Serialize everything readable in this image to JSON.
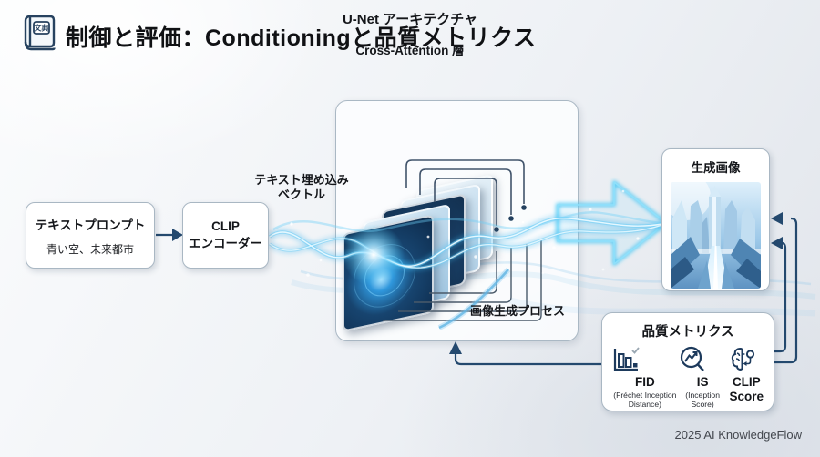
{
  "header": {
    "badge_text": "文典",
    "title": "制御と評価：Conditioningと品質メトリクス"
  },
  "pipeline": {
    "prompt_box": {
      "title": "テキストプロンプト",
      "example": "青い空、未来都市"
    },
    "clip_box": {
      "line1": "CLIP",
      "line2": "エンコーダー"
    },
    "embedding_label": {
      "line1": "テキスト埋め込み",
      "line2": "ベクトル"
    },
    "unet_box": {
      "title": "U-Net アーキテクチャ",
      "cross_attention_label": "Cross-Attention 層",
      "process_label": "画像生成プロセス"
    },
    "output_box": {
      "title": "生成画像"
    }
  },
  "metrics_box": {
    "title": "品質メトリクス",
    "items": [
      {
        "icon": "bar-chart-check-icon",
        "name": "FID",
        "description": "(Fréchet Inception Distance)"
      },
      {
        "icon": "trend-chart-icon",
        "name": "IS",
        "description": "(Inception Score)"
      },
      {
        "icon": "brain-network-icon",
        "name": "CLIP Score",
        "description": ""
      }
    ]
  },
  "footer": {
    "credit": "2025 AI KnowledgeFlow"
  },
  "colors": {
    "accent_navy": "#24496e",
    "beam_cyan": "#45c8f5",
    "panel_dark": "#16375a",
    "box_border": "#a9b7c3"
  }
}
